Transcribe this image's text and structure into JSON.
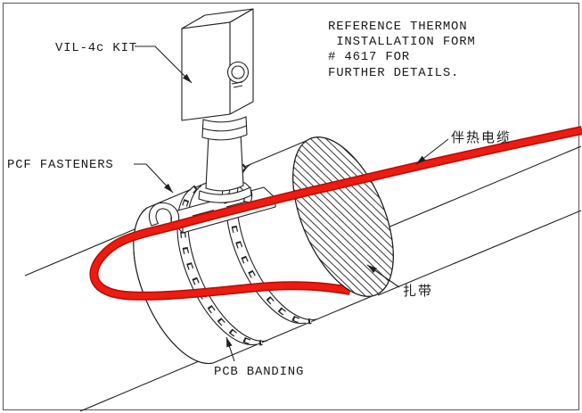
{
  "frame": {
    "title": "Thermon VIL-4c heat trace kit installation drawing",
    "background": "#ffffff",
    "border_color": "#666666"
  },
  "note": {
    "lines": [
      "REFERENCE THERMON",
      " INSTALLATION FORM",
      "# 4617 FOR",
      "FURTHER DETAILS."
    ]
  },
  "labels": {
    "vil_kit": "VIL-4c KIT",
    "pcf_fasteners": "PCF FASTENERS",
    "heat_trace_cable_cn": "伴热电缆",
    "band_tie_cn": "扎带",
    "pcb_banding": "PCB BANDING"
  },
  "colors": {
    "line": "#1f1f1f",
    "cable_red": "#ed1b10",
    "cable_red_dark": "#b50d06"
  }
}
